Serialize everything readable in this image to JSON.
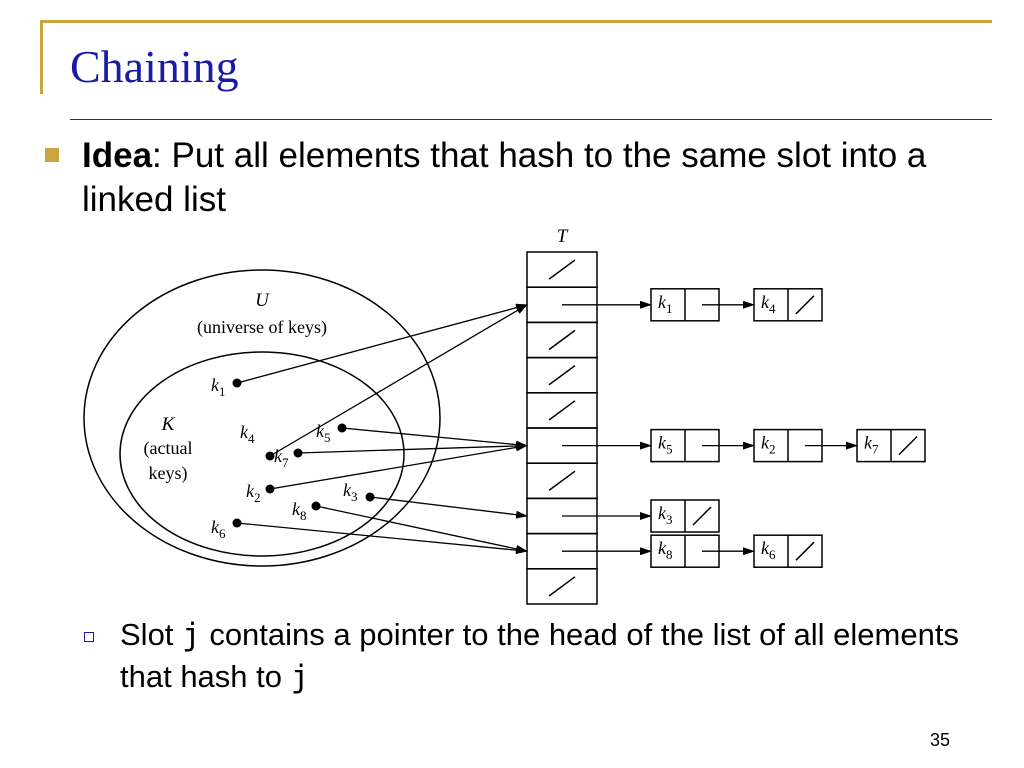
{
  "slide": {
    "title": "Chaining",
    "bullet": {
      "bold": "Idea",
      "rest": ":  Put all elements that hash to the same slot into a linked list"
    },
    "sub_bullet": {
      "part1": "Slot ",
      "var1": "j",
      "part2": " contains a pointer to the head of the list of all elements that hash to ",
      "var2": "j"
    },
    "page_number": "35"
  },
  "diagram": {
    "table_label": "T",
    "universe_label": "U",
    "universe_caption": "(universe of keys)",
    "actual_label": "K",
    "actual_caption_1": "(actual",
    "actual_caption_2": "keys)",
    "table_slots": [
      "null",
      "ptr",
      "null",
      "null",
      "null",
      "ptr",
      "null",
      "ptr",
      "ptr",
      "null"
    ],
    "chains": [
      {
        "slot": 1,
        "keys": [
          "k1",
          "k4"
        ]
      },
      {
        "slot": 5,
        "keys": [
          "k5",
          "k2",
          "k7"
        ]
      },
      {
        "slot": 7,
        "keys": [
          "k3"
        ]
      },
      {
        "slot": 8,
        "keys": [
          "k8",
          "k6"
        ]
      }
    ],
    "key_labels": {
      "k1": {
        "base": "k",
        "sub": "1"
      },
      "k2": {
        "base": "k",
        "sub": "2"
      },
      "k3": {
        "base": "k",
        "sub": "3"
      },
      "k4": {
        "base": "k",
        "sub": "4"
      },
      "k5": {
        "base": "k",
        "sub": "5"
      },
      "k6": {
        "base": "k",
        "sub": "6"
      },
      "k7": {
        "base": "k",
        "sub": "7"
      },
      "k8": {
        "base": "k",
        "sub": "8"
      }
    },
    "colors": {
      "title": "#1a1aa6",
      "accent": "#c9a63e",
      "ink": "#000000"
    }
  }
}
